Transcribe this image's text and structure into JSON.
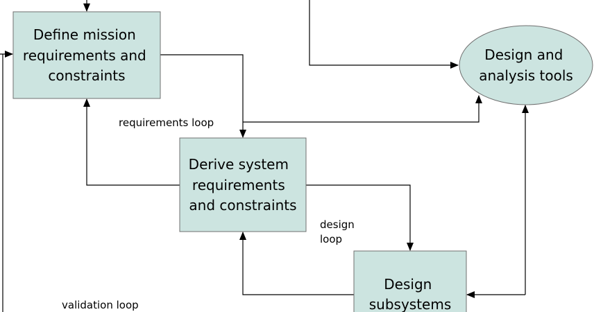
{
  "nodes": {
    "define_mission": [
      "Define mission",
      "requirements and",
      "constraints"
    ],
    "design_tools": [
      "Design and",
      "analysis tools"
    ],
    "derive_system": [
      "Derive system",
      "requirements",
      "and constraints"
    ],
    "design_subsystems": [
      "Design",
      "subsystems"
    ]
  },
  "loops": {
    "requirements": "requirements loop",
    "design": [
      "design",
      "loop"
    ],
    "validation": "validation loop"
  },
  "colors": {
    "node_fill": "#cce4e0",
    "node_stroke": "#6f6f6f",
    "line": "#000000",
    "background": "#ffffff"
  }
}
